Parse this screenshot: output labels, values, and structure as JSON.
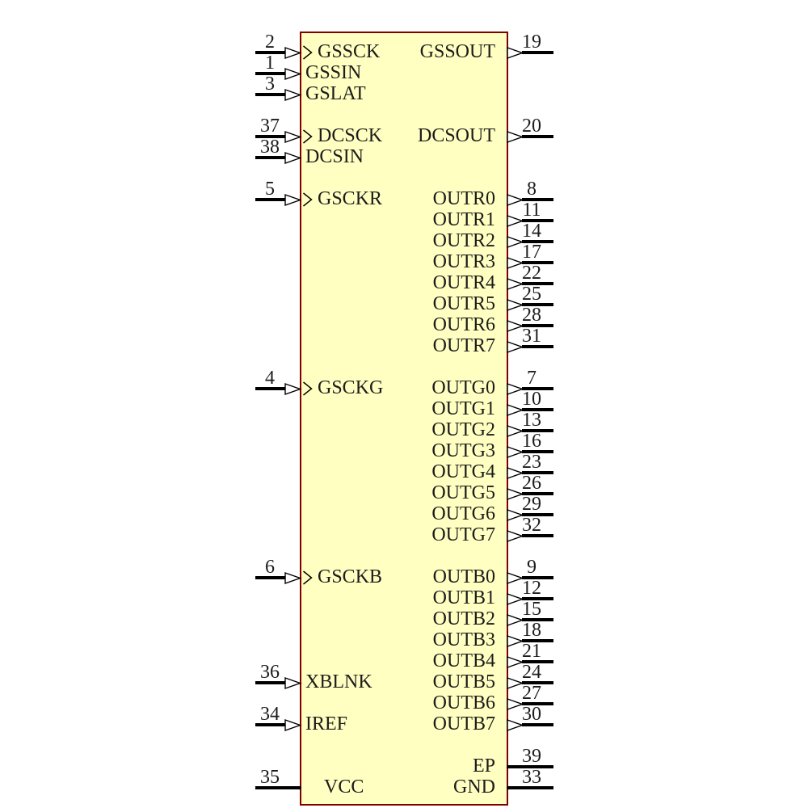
{
  "component": {
    "body_fill": "#FFFFC2",
    "body_border": "#800000",
    "wire_color": "#000000",
    "text_color": "#1C1C1C",
    "arrow_fill": "#FFFFFF"
  },
  "left_pins": [
    {
      "name": "GSSCK",
      "number": "2",
      "row": 0,
      "type": "clock-input"
    },
    {
      "name": "GSSIN",
      "number": "1",
      "row": 1,
      "type": "input"
    },
    {
      "name": "GSLAT",
      "number": "3",
      "row": 2,
      "type": "input"
    },
    {
      "name": "DCSCK",
      "number": "37",
      "row": 4,
      "type": "clock-input"
    },
    {
      "name": "DCSIN",
      "number": "38",
      "row": 5,
      "type": "input"
    },
    {
      "name": "GSCKR",
      "number": "5",
      "row": 7,
      "type": "clock-input"
    },
    {
      "name": "GSCKG",
      "number": "4",
      "row": 16,
      "type": "clock-input"
    },
    {
      "name": "GSCKB",
      "number": "6",
      "row": 25,
      "type": "clock-input"
    },
    {
      "name": "XBLNK",
      "number": "36",
      "row": 30,
      "type": "input"
    },
    {
      "name": "IREF",
      "number": "34",
      "row": 32,
      "type": "input"
    },
    {
      "name": "VCC",
      "number": "35",
      "row": 35,
      "type": "power"
    }
  ],
  "right_pins": [
    {
      "name": "GSSOUT",
      "number": "19",
      "row": 0,
      "type": "output"
    },
    {
      "name": "DCSOUT",
      "number": "20",
      "row": 4,
      "type": "output"
    },
    {
      "name": "OUTR0",
      "number": "8",
      "row": 7,
      "type": "output"
    },
    {
      "name": "OUTR1",
      "number": "11",
      "row": 8,
      "type": "output"
    },
    {
      "name": "OUTR2",
      "number": "14",
      "row": 9,
      "type": "output"
    },
    {
      "name": "OUTR3",
      "number": "17",
      "row": 10,
      "type": "output"
    },
    {
      "name": "OUTR4",
      "number": "22",
      "row": 11,
      "type": "output"
    },
    {
      "name": "OUTR5",
      "number": "25",
      "row": 12,
      "type": "output"
    },
    {
      "name": "OUTR6",
      "number": "28",
      "row": 13,
      "type": "output"
    },
    {
      "name": "OUTR7",
      "number": "31",
      "row": 14,
      "type": "output"
    },
    {
      "name": "OUTG0",
      "number": "7",
      "row": 16,
      "type": "output"
    },
    {
      "name": "OUTG1",
      "number": "10",
      "row": 17,
      "type": "output"
    },
    {
      "name": "OUTG2",
      "number": "13",
      "row": 18,
      "type": "output"
    },
    {
      "name": "OUTG3",
      "number": "16",
      "row": 19,
      "type": "output"
    },
    {
      "name": "OUTG4",
      "number": "23",
      "row": 20,
      "type": "output"
    },
    {
      "name": "OUTG5",
      "number": "26",
      "row": 21,
      "type": "output"
    },
    {
      "name": "OUTG6",
      "number": "29",
      "row": 22,
      "type": "output"
    },
    {
      "name": "OUTG7",
      "number": "32",
      "row": 23,
      "type": "output"
    },
    {
      "name": "OUTB0",
      "number": "9",
      "row": 25,
      "type": "output"
    },
    {
      "name": "OUTB1",
      "number": "12",
      "row": 26,
      "type": "output"
    },
    {
      "name": "OUTB2",
      "number": "15",
      "row": 27,
      "type": "output"
    },
    {
      "name": "OUTB3",
      "number": "18",
      "row": 28,
      "type": "output"
    },
    {
      "name": "OUTB4",
      "number": "21",
      "row": 29,
      "type": "output"
    },
    {
      "name": "OUTB5",
      "number": "24",
      "row": 30,
      "type": "output"
    },
    {
      "name": "OUTB6",
      "number": "27",
      "row": 31,
      "type": "output"
    },
    {
      "name": "OUTB7",
      "number": "30",
      "row": 32,
      "type": "output"
    },
    {
      "name": "EP",
      "number": "39",
      "row": 34,
      "type": "passive"
    },
    {
      "name": "GND",
      "number": "33",
      "row": 35,
      "type": "passive"
    }
  ]
}
